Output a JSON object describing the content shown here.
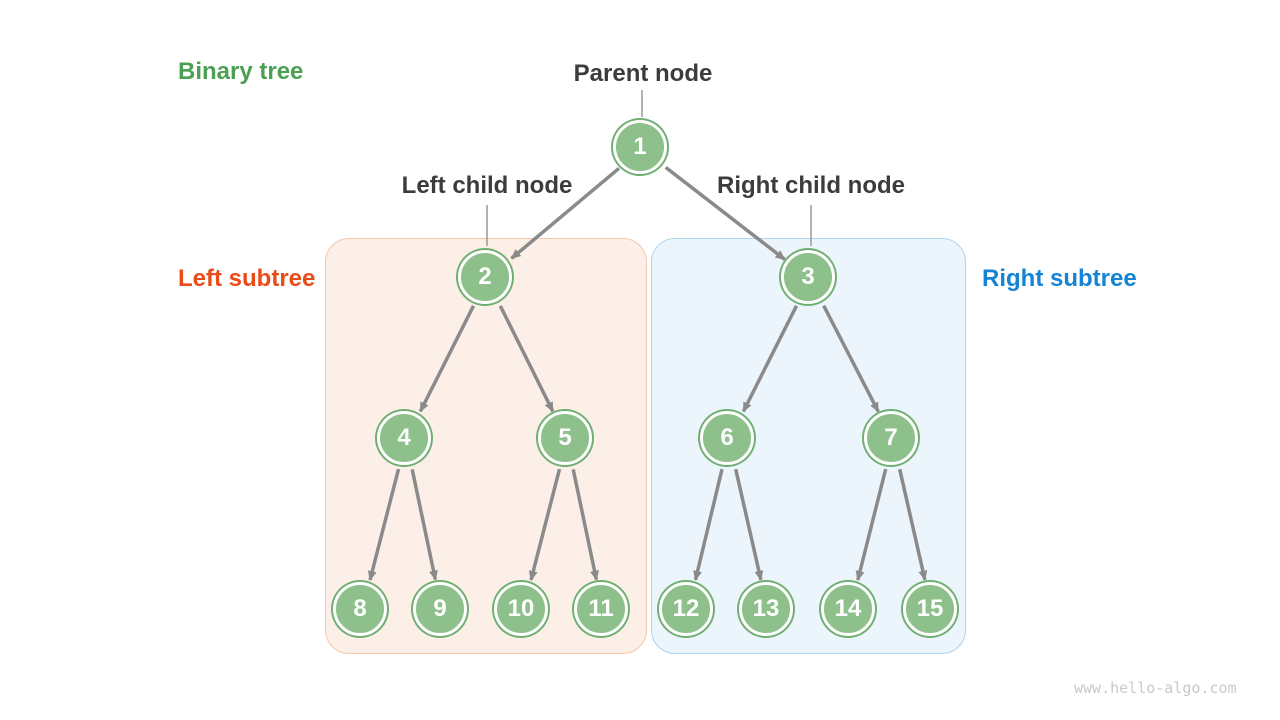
{
  "title": {
    "text": "Binary tree",
    "color": "#4CA054"
  },
  "annotations": {
    "parent": "Parent node",
    "left_child": "Left child node",
    "right_child": "Right child node",
    "left_subtree": {
      "text": "Left subtree",
      "color": "#EA4B17"
    },
    "right_subtree": {
      "text": "Right subtree",
      "color": "#1584D6"
    }
  },
  "tree": {
    "nodes": [
      {
        "value": "1"
      },
      {
        "value": "2"
      },
      {
        "value": "3"
      },
      {
        "value": "4"
      },
      {
        "value": "5"
      },
      {
        "value": "6"
      },
      {
        "value": "7"
      },
      {
        "value": "8"
      },
      {
        "value": "9"
      },
      {
        "value": "10"
      },
      {
        "value": "11"
      },
      {
        "value": "12"
      },
      {
        "value": "13"
      },
      {
        "value": "14"
      },
      {
        "value": "15"
      }
    ],
    "edges": [
      [
        1,
        2
      ],
      [
        1,
        3
      ],
      [
        2,
        4
      ],
      [
        2,
        5
      ],
      [
        3,
        6
      ],
      [
        3,
        7
      ],
      [
        4,
        8
      ],
      [
        4,
        9
      ],
      [
        5,
        10
      ],
      [
        5,
        11
      ],
      [
        6,
        12
      ],
      [
        6,
        13
      ],
      [
        7,
        14
      ],
      [
        7,
        15
      ]
    ]
  },
  "colors": {
    "node_fill": "#8DC08A",
    "node_ring": "#6FAF72",
    "arrow": "#8A8A8A",
    "connector": "#9E9E9E",
    "left_box_fill": "#FCEFE8",
    "left_box_border": "#F5C7A9",
    "right_box_fill": "#EDF5FC",
    "right_box_border": "#AFD3EC",
    "watermark_color": "#C9C9C9"
  },
  "watermark": {
    "text": "www.hello-algo.com"
  }
}
